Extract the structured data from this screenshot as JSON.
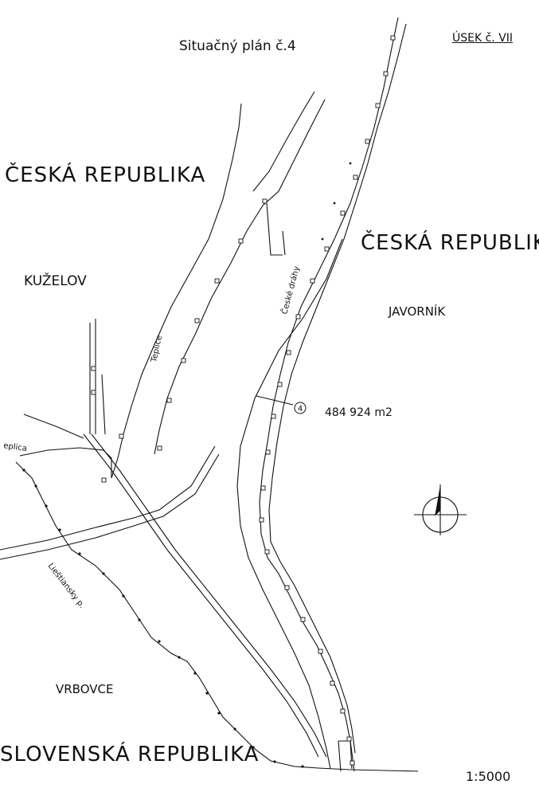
{
  "map": {
    "title": "Situačný plán č.4",
    "section_label": "ÚSEK č. VII",
    "country_cz_west": "ČESKÁ REPUBLIKA",
    "country_cz_east": "ČESKÁ REPUBLIK",
    "country_sk": "SLOVENSKÁ REPUBLIKA",
    "village_kuzelov": "KUŽELOV",
    "village_javornik": "JAVORNÍK",
    "village_vrbovce": "VRBOVCE",
    "river_teplice": "Teplice",
    "river_ceske_drahy": "České dráhy",
    "river_liestiansky": "Lieštiansky p.",
    "river_teplica": "eplica",
    "parcel_number": "4",
    "area_text": "484 924 m2",
    "scale": "1:5000",
    "north_arrow_icon": "north-arrow-icon",
    "line_color": "#111111",
    "background_color": "#ffffff"
  }
}
